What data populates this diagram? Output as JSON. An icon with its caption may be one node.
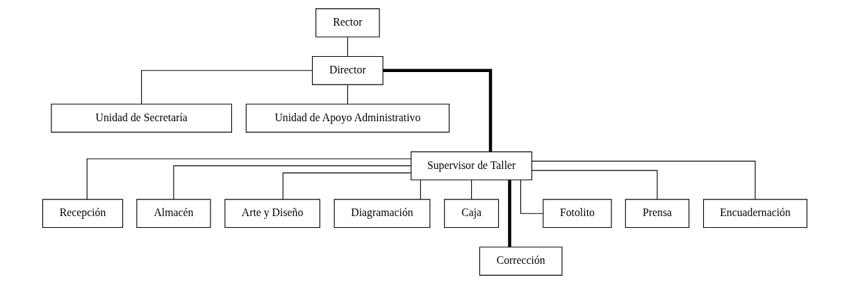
{
  "diagram": {
    "nodes": [
      {
        "text": [
          "Rector"
        ]
      },
      {
        "text": [
          "Director"
        ]
      },
      {
        "text": [
          "Unidad de Secretaría"
        ]
      },
      {
        "text": [
          "Unidad de Apoyo Administrativo"
        ]
      },
      {
        "text": [
          "Supervisor de Taller"
        ]
      },
      {
        "text": [
          "Recepción"
        ]
      },
      {
        "text": [
          "Almacén"
        ]
      },
      {
        "text": [
          "Arte y Diseño"
        ]
      },
      {
        "text": [
          "Diagramación"
        ]
      },
      {
        "text": [
          "Caja"
        ]
      },
      {
        "text": [
          "Corrección"
        ]
      },
      {
        "text": [
          "Fotolito"
        ]
      },
      {
        "text": [
          "Prensa"
        ]
      },
      {
        "text": [
          "Encuadernación"
        ]
      }
    ],
    "edges": [
      {
        "from": 0,
        "to": 1,
        "arrow": "none"
      },
      {
        "from": 1,
        "to": 2,
        "arrow": "none"
      },
      {
        "from": 1,
        "to": 3,
        "arrow": "none"
      },
      {
        "from": 1,
        "to": 4,
        "arrow": "none",
        "style": "thick"
      },
      {
        "from": 4,
        "to": 5,
        "arrow": "none"
      },
      {
        "from": 4,
        "to": 6,
        "arrow": "none"
      },
      {
        "from": 4,
        "to": 7,
        "arrow": "none"
      },
      {
        "from": 4,
        "to": 8,
        "arrow": "none"
      },
      {
        "from": 4,
        "to": 9,
        "arrow": "none"
      },
      {
        "from": 4,
        "to": 10,
        "arrow": "none",
        "style": "thick"
      },
      {
        "from": 4,
        "to": 11,
        "arrow": "none"
      },
      {
        "from": 4,
        "to": 12,
        "arrow": "none"
      },
      {
        "from": 4,
        "to": 13,
        "arrow": "none"
      }
    ]
  }
}
